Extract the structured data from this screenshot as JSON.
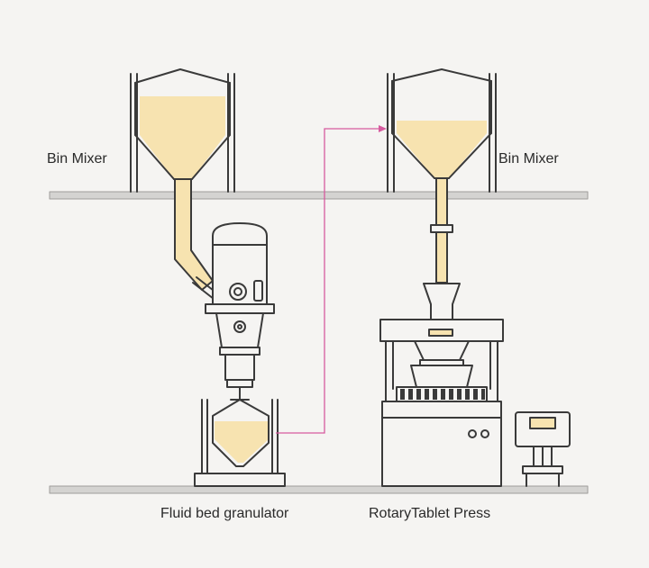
{
  "labels": {
    "bin_mixer_left": "Bin Mixer",
    "bin_mixer_right": "Bin Mixer",
    "fluid_bed_granulator": "Fluid bed granulator",
    "rotary_tablet_press": "RotaryTablet Press"
  },
  "colors": {
    "background": "#f5f4f2",
    "line": "#3a3a3a",
    "floor": "#d4d3d1",
    "powder": "#f7e3b0",
    "transfer_arrow": "#d65a9f"
  }
}
